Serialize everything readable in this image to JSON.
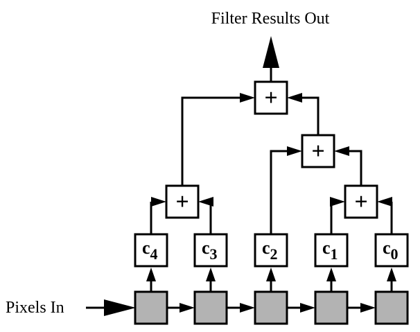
{
  "labels": {
    "output": "Filter Results Out",
    "input": "Pixels In"
  },
  "colors": {
    "line": "#000000",
    "delay_fill": "#b3b3b3",
    "box_fill": "#ffffff"
  },
  "coefficients": [
    {
      "base": "c",
      "sub": "4"
    },
    {
      "base": "c",
      "sub": "3"
    },
    {
      "base": "c",
      "sub": "2"
    },
    {
      "base": "c",
      "sub": "1"
    },
    {
      "base": "c",
      "sub": "0"
    }
  ],
  "adder_symbol": "+",
  "delay_count": 5,
  "adders": [
    {
      "id": "adder-c4-c3",
      "inputs": [
        "c4",
        "c3"
      ]
    },
    {
      "id": "adder-c1-c0",
      "inputs": [
        "c1",
        "c0"
      ]
    },
    {
      "id": "adder-c2-sum10",
      "inputs": [
        "c2",
        "adder-c1-c0"
      ]
    },
    {
      "id": "adder-final",
      "inputs": [
        "adder-c4-c3",
        "adder-c2-sum10"
      ]
    }
  ]
}
